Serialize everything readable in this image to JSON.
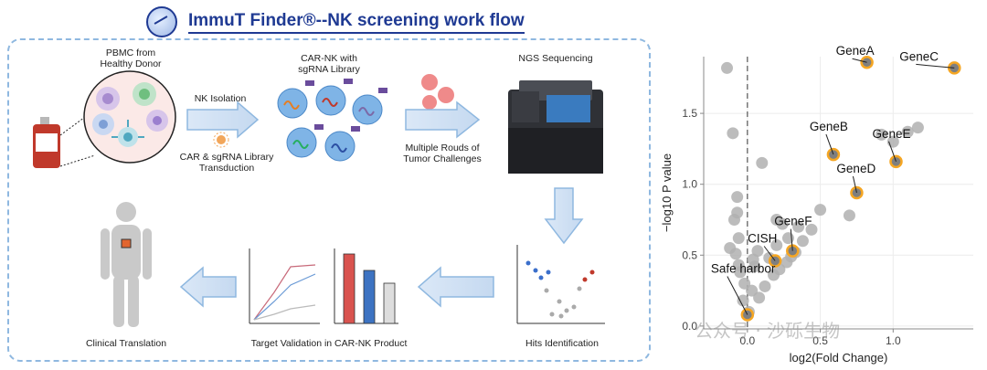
{
  "title": "ImmuT Finder®--NK screening work flow",
  "workflow": {
    "pbmc_label_1": "PBMC from",
    "pbmc_label_2": "Healthy Donor",
    "nk_isolation": "NK Isolation",
    "transduction_1": "CAR & sgRNA Library",
    "transduction_2": "Transduction",
    "carnk_1": "CAR-NK with",
    "carnk_2": "sgRNA Library",
    "tumor_1": "Multiple Rouds of",
    "tumor_2": "Tumor Challenges",
    "ngs": "NGS Sequencing",
    "hits": "Hits Identification",
    "validation": "Target Validation in CAR-NK Product",
    "clinical": "Clinical Translation"
  },
  "watermark": "公众号 · 沙砾生物",
  "chart_data": {
    "type": "scatter",
    "xlabel": "log2(Fold Change)",
    "ylabel": "−log10 P value",
    "xlim": [
      -0.3,
      1.55
    ],
    "ylim": [
      -0.02,
      1.9
    ],
    "xticks": [
      0.0,
      0.5,
      1.0
    ],
    "xtick_labels": [
      "0.0",
      "0.5",
      "1.0"
    ],
    "yticks": [
      0.0,
      0.5,
      1.0,
      1.5
    ],
    "ytick_labels": [
      "0.0",
      "0.5",
      "1.0",
      "1.5"
    ],
    "threshold_x": 0.0,
    "grid": true,
    "colors": {
      "background_points": "#b0b0b0",
      "highlight_fill": "#7f7f7f",
      "highlight_ring": "#f5a623"
    },
    "background_points": [
      {
        "x": -0.14,
        "y": 1.82
      },
      {
        "x": -0.1,
        "y": 1.36
      },
      {
        "x": 0.1,
        "y": 1.15
      },
      {
        "x": -0.07,
        "y": 0.91
      },
      {
        "x": -0.07,
        "y": 0.8
      },
      {
        "x": -0.09,
        "y": 0.75
      },
      {
        "x": -0.06,
        "y": 0.62
      },
      {
        "x": -0.12,
        "y": 0.55
      },
      {
        "x": 0.07,
        "y": 0.53
      },
      {
        "x": -0.08,
        "y": 0.51
      },
      {
        "x": -0.06,
        "y": 0.43
      },
      {
        "x": 0.04,
        "y": 0.47
      },
      {
        "x": -0.05,
        "y": 0.38
      },
      {
        "x": 0.05,
        "y": 0.42
      },
      {
        "x": -0.02,
        "y": 0.3
      },
      {
        "x": 0.03,
        "y": 0.25
      },
      {
        "x": -0.03,
        "y": 0.18
      },
      {
        "x": 0.01,
        "y": 0.1
      },
      {
        "x": 0.08,
        "y": 0.2
      },
      {
        "x": 0.12,
        "y": 0.28
      },
      {
        "x": 0.18,
        "y": 0.36
      },
      {
        "x": 0.22,
        "y": 0.4
      },
      {
        "x": 0.27,
        "y": 0.45
      },
      {
        "x": 0.33,
        "y": 0.52
      },
      {
        "x": 0.38,
        "y": 0.6
      },
      {
        "x": 0.44,
        "y": 0.68
      },
      {
        "x": 0.5,
        "y": 0.82
      },
      {
        "x": 0.28,
        "y": 0.62
      },
      {
        "x": 0.24,
        "y": 0.72
      },
      {
        "x": 0.2,
        "y": 0.57
      },
      {
        "x": 0.35,
        "y": 0.7
      },
      {
        "x": 0.15,
        "y": 0.48
      },
      {
        "x": 0.2,
        "y": 0.75
      },
      {
        "x": 0.7,
        "y": 0.78
      },
      {
        "x": 0.92,
        "y": 1.35
      },
      {
        "x": 1.0,
        "y": 1.3
      },
      {
        "x": 1.1,
        "y": 1.37
      },
      {
        "x": 1.17,
        "y": 1.4
      },
      {
        "x": 0.3,
        "y": 0.49
      }
    ],
    "highlights": [
      {
        "name": "GeneA",
        "x": 0.82,
        "y": 1.86
      },
      {
        "name": "GeneC",
        "x": 1.42,
        "y": 1.82
      },
      {
        "name": "GeneB",
        "x": 0.59,
        "y": 1.21
      },
      {
        "name": "GeneE",
        "x": 1.02,
        "y": 1.16
      },
      {
        "name": "GeneD",
        "x": 0.75,
        "y": 0.94
      },
      {
        "name": "GeneF",
        "x": 0.31,
        "y": 0.53
      },
      {
        "name": "CISH",
        "x": 0.19,
        "y": 0.46
      },
      {
        "name": "Safe harbor",
        "x": 0.0,
        "y": 0.08
      }
    ]
  }
}
